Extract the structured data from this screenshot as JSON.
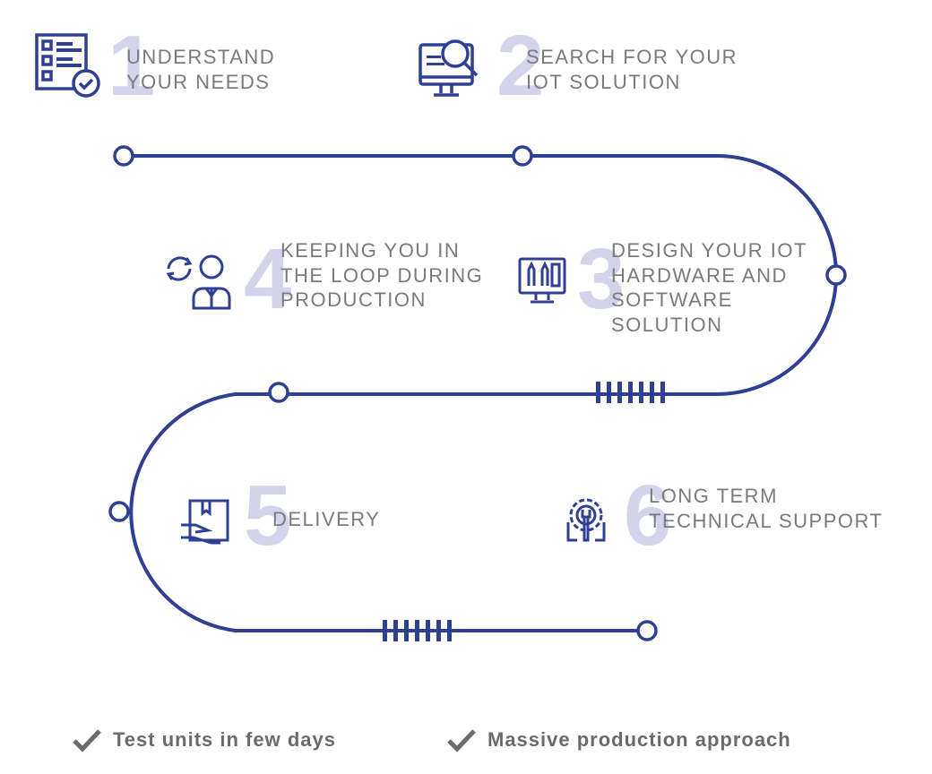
{
  "colors": {
    "path": "#2e3f94",
    "number": "#d4d3ec",
    "text": "#7a7a7a"
  },
  "steps": [
    {
      "number": "1",
      "label": "UNDERSTAND\nYOUR NEEDS",
      "icon": "checklist-icon"
    },
    {
      "number": "2",
      "label": "SEARCH FOR YOUR\nIOT SOLUTION",
      "icon": "monitor-search-icon"
    },
    {
      "number": "3",
      "label": "DESIGN YOUR IOT\nHARDWARE AND\nSOFTWARE\nSOLUTION",
      "icon": "design-monitor-icon"
    },
    {
      "number": "4",
      "label": "KEEPING YOU IN\nTHE LOOP DURING\nPRODUCTION",
      "icon": "person-sync-icon"
    },
    {
      "number": "5",
      "label": "DELIVERY",
      "icon": "package-hand-icon"
    },
    {
      "number": "6",
      "label": "LONG TERM\nTECHNICAL SUPPORT",
      "icon": "gear-wrench-icon"
    }
  ],
  "features": [
    "Test units in few days",
    "Massive production approach"
  ]
}
